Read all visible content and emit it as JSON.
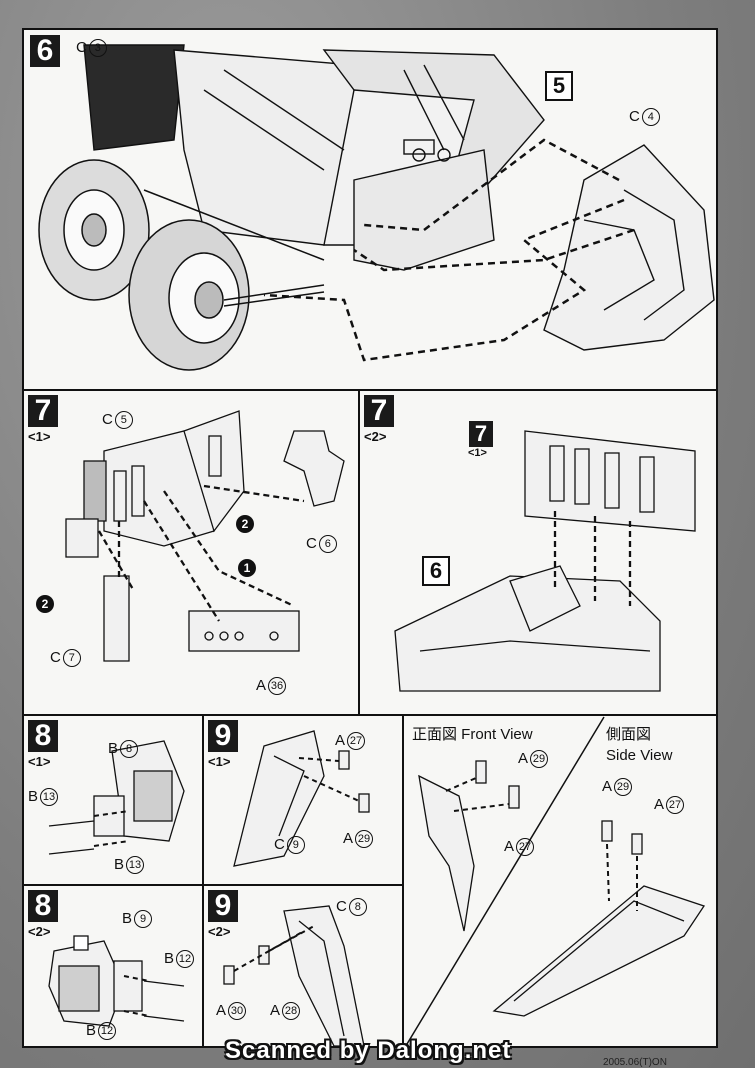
{
  "colors": {
    "ink": "#111111",
    "paper": "#f7f7f5",
    "background": "#8a8a8a"
  },
  "step6": {
    "number": "6",
    "sub_assembly_number": "5",
    "labels": {
      "c3": "C",
      "c3_num": "3",
      "c4": "C",
      "c4_num": "4"
    }
  },
  "step7_1": {
    "number": "7",
    "sub": "<1>",
    "labels": {
      "c5": "C",
      "c5_num": "5",
      "c6": "C",
      "c6_num": "6",
      "c7": "C",
      "c7_num": "7",
      "a36": "A",
      "a36_num": "36"
    },
    "markers": {
      "one": "1",
      "two_a": "2",
      "two_b": "2"
    }
  },
  "step7_2": {
    "number": "7",
    "sub": "<2>",
    "ref_step": "7",
    "ref_sub": "<1>",
    "ref_assembly": "6"
  },
  "step8_1": {
    "number": "8",
    "sub": "<1>",
    "labels": {
      "b8": "B",
      "b8_num": "8",
      "b13a": "B",
      "b13a_num": "13",
      "b13b": "B",
      "b13b_num": "13"
    }
  },
  "step9_1": {
    "number": "9",
    "sub": "<1>",
    "labels": {
      "a27": "A",
      "a27_num": "27",
      "a29": "A",
      "a29_num": "29",
      "c9": "C",
      "c9_num": "9"
    }
  },
  "step8_2": {
    "number": "8",
    "sub": "<2>",
    "labels": {
      "b9": "B",
      "b9_num": "9",
      "b12a": "B",
      "b12a_num": "12",
      "b12b": "B",
      "b12b_num": "12"
    }
  },
  "step9_2": {
    "number": "9",
    "sub": "<2>",
    "labels": {
      "c8": "C",
      "c8_num": "8",
      "a30": "A",
      "a30_num": "30",
      "a28": "A",
      "a28_num": "28"
    }
  },
  "views": {
    "front_title": "正面図 Front View",
    "side_title_jp": "側面図",
    "side_title_en": "Side View",
    "front_labels": {
      "a29": "A",
      "a29_num": "29",
      "a27": "A",
      "a27_num": "27"
    },
    "side_labels": {
      "a29": "A",
      "a29_num": "29",
      "a27": "A",
      "a27_num": "27"
    }
  },
  "footer": {
    "scanned_by": "Scanned by Dalong.net",
    "date_code": "2005.06(T)ON"
  }
}
